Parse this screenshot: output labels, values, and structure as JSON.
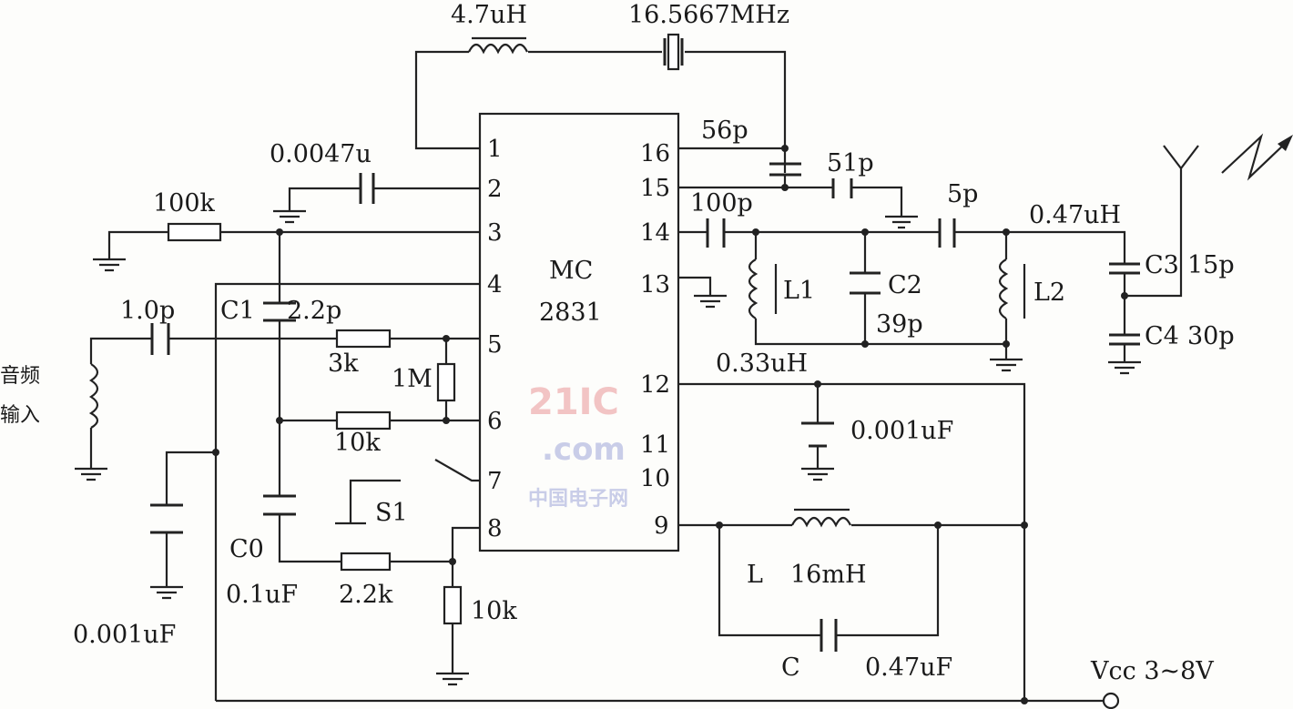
{
  "ic": {
    "name_line1": "MC",
    "name_line2": "2831",
    "pins_left": [
      "1",
      "2",
      "3",
      "4",
      "5",
      "6",
      "7",
      "8"
    ],
    "pins_right": [
      "16",
      "15",
      "14",
      "13",
      "12",
      "11",
      "10",
      "9"
    ]
  },
  "labels": {
    "l_top": "4.7uH",
    "crystal": "16.5667MHz",
    "c_56p": "56p",
    "c_51p": "51p",
    "c_0047": "0.0047u",
    "r_100k": "100k",
    "c_100p": "100p",
    "c_5p": "5p",
    "l_047": "0.47uH",
    "c3": "C3",
    "c3_val": "15p",
    "c4": "C4",
    "c4_val": "30p",
    "l1": "L1",
    "c2": "C2",
    "c2_val": "39p",
    "l2": "L2",
    "l1_val": "0.33uH",
    "c_1p": "1.0p",
    "c1": "C1",
    "c1_val": "2.2p",
    "r_3k": "3k",
    "r_1m": "1M",
    "r_10k_a": "10k",
    "audio_in_1": "音频",
    "audio_in_2": "输入",
    "c_0001_right": "0.001uF",
    "c_0001_left": "0.001uF",
    "s1": "S1",
    "c0": "C0",
    "c0_val": "0.1uF",
    "r_22k": "2.2k",
    "r_10k_b": "10k",
    "l": "L",
    "l_val": "16mH",
    "c": "C",
    "c_val": "0.47uF",
    "vcc": "Vcc 3~8V"
  },
  "watermark": {
    "brand": "21IC",
    "site": ".com",
    "cn": "中国电子网"
  }
}
